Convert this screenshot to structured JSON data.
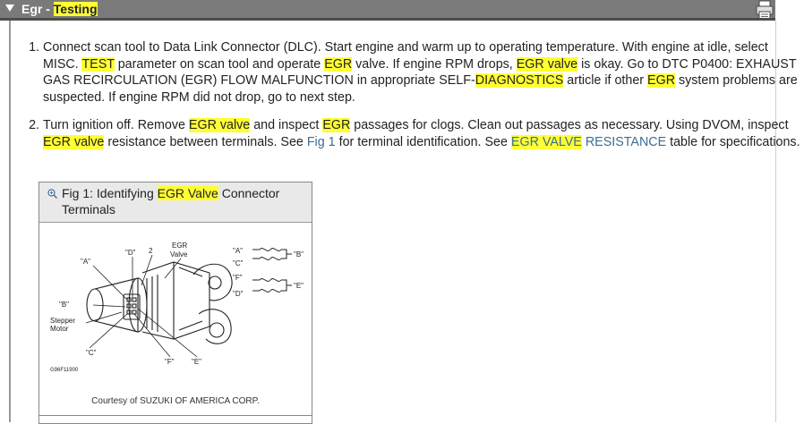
{
  "section": {
    "title_prefix": "Egr",
    "title_mid": " - ",
    "title_hl": "Testing"
  },
  "steps": [
    {
      "p1": "Connect scan tool to Data Link Connector (DLC). Start engine and warm up to operating temperature. With engine at idle, select MISC. ",
      "h1": "TEST",
      "p2": " parameter on scan tool and operate ",
      "h2": "EGR",
      "p3": " valve. If engine RPM drops, ",
      "h3": "EGR valve",
      "p4": " is okay. Go to DTC P0400: EXHAUST GAS RECIRCULATION (EGR) FLOW MALFUNCTION in appropriate SELF-",
      "h4": "DIAGNOSTICS",
      "p5": " article if other ",
      "h5": "EGR",
      "p6": " system problems are suspected. If engine RPM did not drop, go to next step."
    },
    {
      "p1": "Turn ignition off. Remove ",
      "h1": "EGR valve",
      "p2": " and inspect ",
      "h2": "EGR",
      "p3": " passages for clogs. Clean out passages as necessary. Using DVOM, inspect ",
      "h3": "EGR valve",
      "p4": " resistance between terminals. See ",
      "link1": "Fig 1",
      "p5": " for terminal identification. See ",
      "h4": "EGR VALVE",
      "link2": " RESISTANCE",
      "p6": "  table for specifications."
    }
  ],
  "figure": {
    "cap1": "Fig 1: Identifying ",
    "cap_hl": "EGR Valve",
    "cap2": " Connector Terminals",
    "labels": {
      "a": "\"A\"",
      "d": "\"D\"",
      "two": "2",
      "egr1": "EGR",
      "egr2": "Valve",
      "b": "\"B\"",
      "stepper1": "Stepper",
      "stepper2": "Motor",
      "c": "\"C\"",
      "f": "\"F\"",
      "e": "\"E\"",
      "code": "G96F11900",
      "sa": "\"A\"",
      "sc": "\"C\"",
      "sf": "\"F\"",
      "sd": "\"D\"",
      "sb": "\"B\"",
      "se": "\"E\""
    },
    "courtesy": "Courtesy of SUZUKI OF AMERICA CORP."
  }
}
